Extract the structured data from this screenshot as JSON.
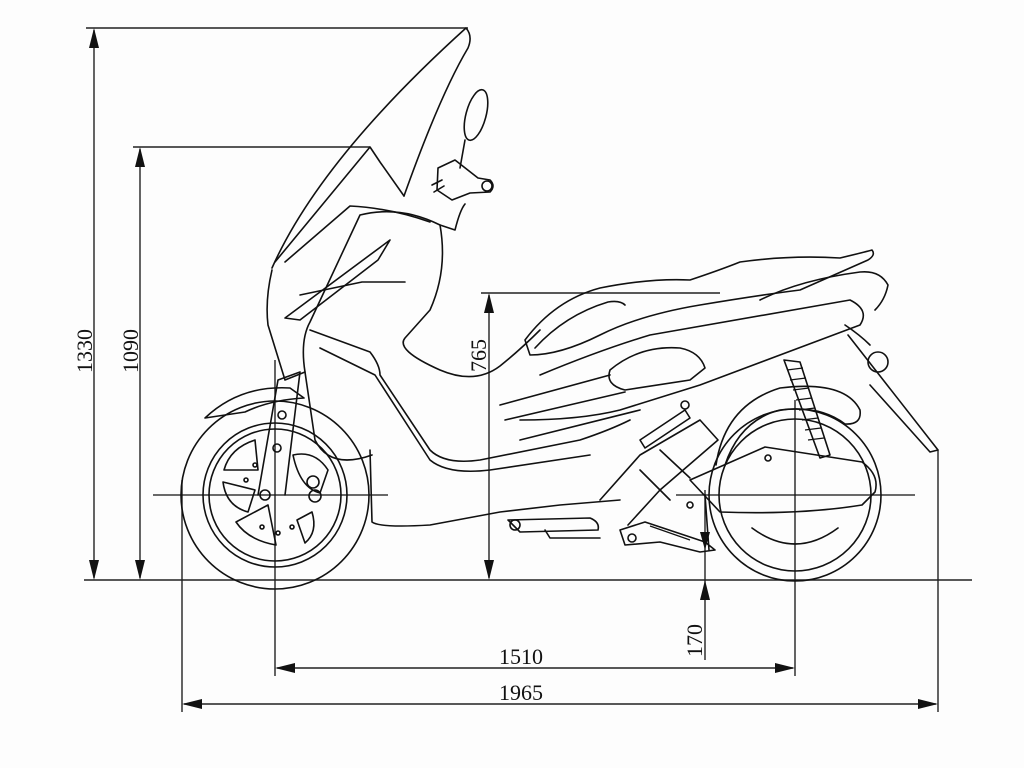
{
  "drawing": {
    "subject": "scooter side elevation with dimensions",
    "units": "mm",
    "line_color": "#111111",
    "background": "#fdfdfd"
  },
  "dimensions": {
    "overall_height": {
      "label": "1330",
      "orientation": "vertical"
    },
    "handlebar_height": {
      "label": "1090",
      "orientation": "vertical"
    },
    "seat_height": {
      "label": "765",
      "orientation": "vertical"
    },
    "ground_clearance": {
      "label": "170",
      "orientation": "vertical"
    },
    "wheelbase": {
      "label": "1510",
      "orientation": "horizontal"
    },
    "overall_length": {
      "label": "1965",
      "orientation": "horizontal"
    }
  }
}
